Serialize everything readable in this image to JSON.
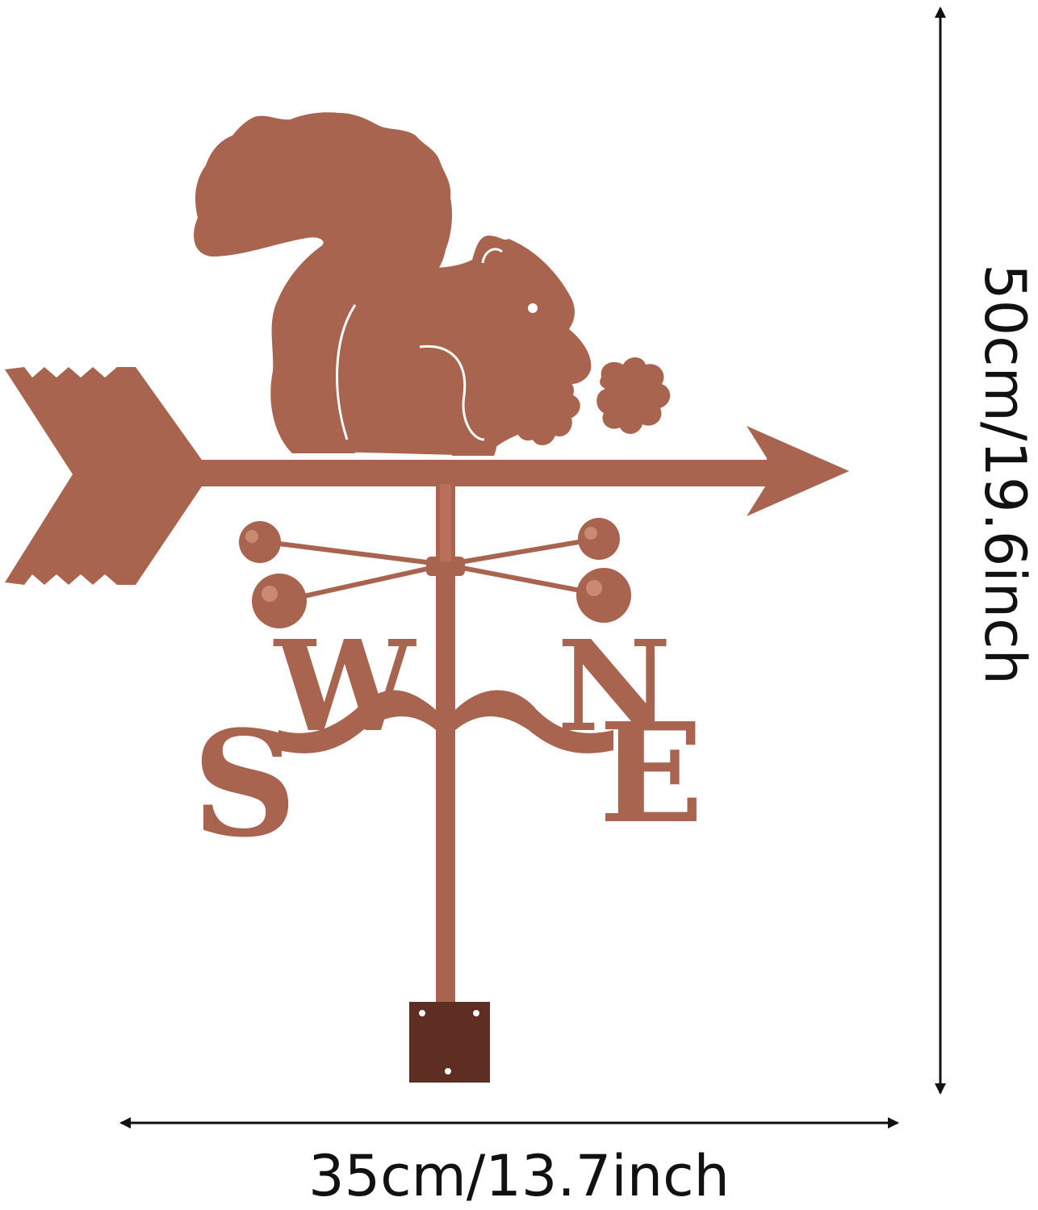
{
  "product": {
    "name": "squirrel weathervane",
    "color": "#a8644e",
    "shadow_color": "#8a4a37",
    "dark_color": "#5e2e22"
  },
  "compass": {
    "west": "W",
    "south": "S",
    "north": "N",
    "east": "E"
  },
  "dimensions": {
    "width_label": "35cm/13.7inch",
    "height_label": "50cm/19.6inch"
  }
}
